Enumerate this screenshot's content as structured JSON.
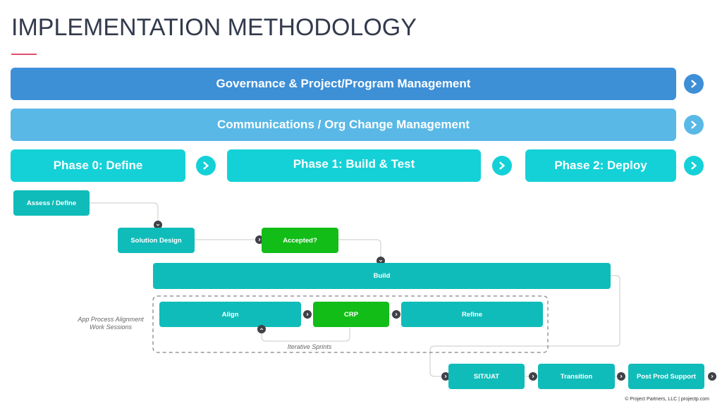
{
  "title": "IMPLEMENTATION METHODOLOGY",
  "bands": {
    "governance": "Governance & Project/Program Management",
    "communications": "Communications / Org Change Management"
  },
  "phases": {
    "phase0": "Phase 0: Define",
    "phase1": "Phase 1: Build & Test",
    "phase2": "Phase 2: Deploy"
  },
  "steps": {
    "assess": "Assess / Define",
    "solution_design": "Solution Design",
    "accepted": "Accepted?",
    "build": "Build",
    "align": "Align",
    "crp": "CRP",
    "refine": "Refine",
    "sit_uat": "SIT/UAT",
    "transition": "Transition",
    "post_prod": "Post Prod Support"
  },
  "notes": {
    "app_process": "App Process Alignment\nWork Sessions",
    "iterative": "Iterative Sprints"
  },
  "footer": "© Project Partners, LLC | projectp.com",
  "colors": {
    "governance": "#3d8fd6",
    "communications": "#59b8e6",
    "phase": "#14d1d8",
    "step_teal": "#10bcb9",
    "step_green": "#12bd17",
    "title": "#333a4d",
    "accent_rule": "#e3506e"
  }
}
